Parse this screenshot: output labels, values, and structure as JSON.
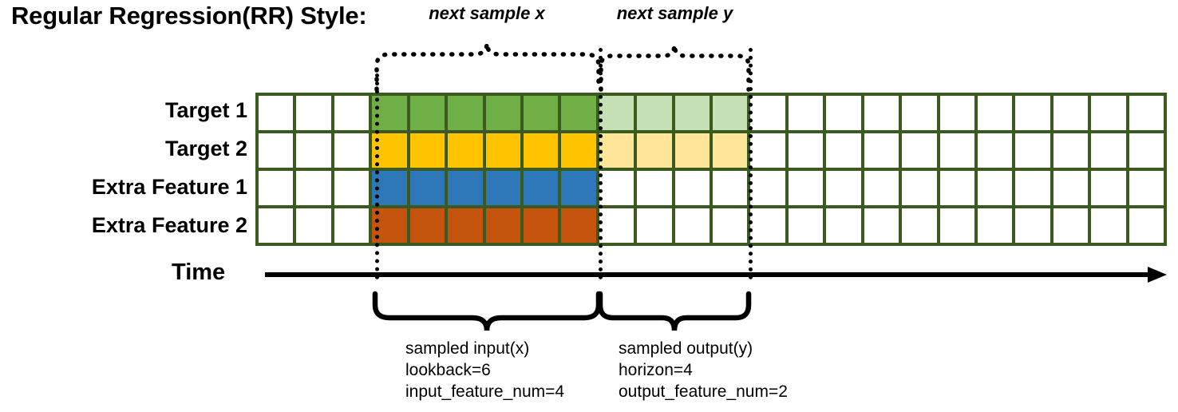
{
  "title": "Regular Regression(RR) Style:",
  "rows": [
    {
      "label": "Target 1",
      "name": "target-1"
    },
    {
      "label": "Target 2",
      "name": "target-2"
    },
    {
      "label": "Extra Feature 1",
      "name": "extra-feature-1"
    },
    {
      "label": "Extra Feature 2",
      "name": "extra-feature-2"
    }
  ],
  "grid": {
    "columns": 24,
    "rows": 4,
    "border_color": "#3A5A20",
    "empty_color": "#FFFFFF",
    "fills": [
      {
        "row": 0,
        "start": 3,
        "count": 6,
        "color": "#6FAF46",
        "class": "c-green"
      },
      {
        "row": 0,
        "start": 9,
        "count": 4,
        "color": "#C5E0B4",
        "class": "c-lgreen"
      },
      {
        "row": 1,
        "start": 3,
        "count": 6,
        "color": "#FFC300",
        "class": "c-yellow"
      },
      {
        "row": 1,
        "start": 9,
        "count": 4,
        "color": "#FFE699",
        "class": "c-lyellow"
      },
      {
        "row": 2,
        "start": 3,
        "count": 6,
        "color": "#2E77B8",
        "class": "c-blue"
      },
      {
        "row": 3,
        "start": 3,
        "count": 6,
        "color": "#C5540F",
        "class": "c-orange"
      }
    ]
  },
  "time_axis": {
    "label": "Time"
  },
  "top_annotations": [
    {
      "text": "next sample x",
      "name": "next-sample-x"
    },
    {
      "text": "next sample y",
      "name": "next-sample-y"
    }
  ],
  "bottom_annotations": [
    {
      "name": "sampled-input",
      "lines": [
        "sampled input(x)",
        "lookback=6",
        "input_feature_num=4"
      ]
    },
    {
      "name": "sampled-output",
      "lines": [
        "sampled output(y)",
        "horizon=4",
        "output_feature_num=2"
      ]
    }
  ]
}
